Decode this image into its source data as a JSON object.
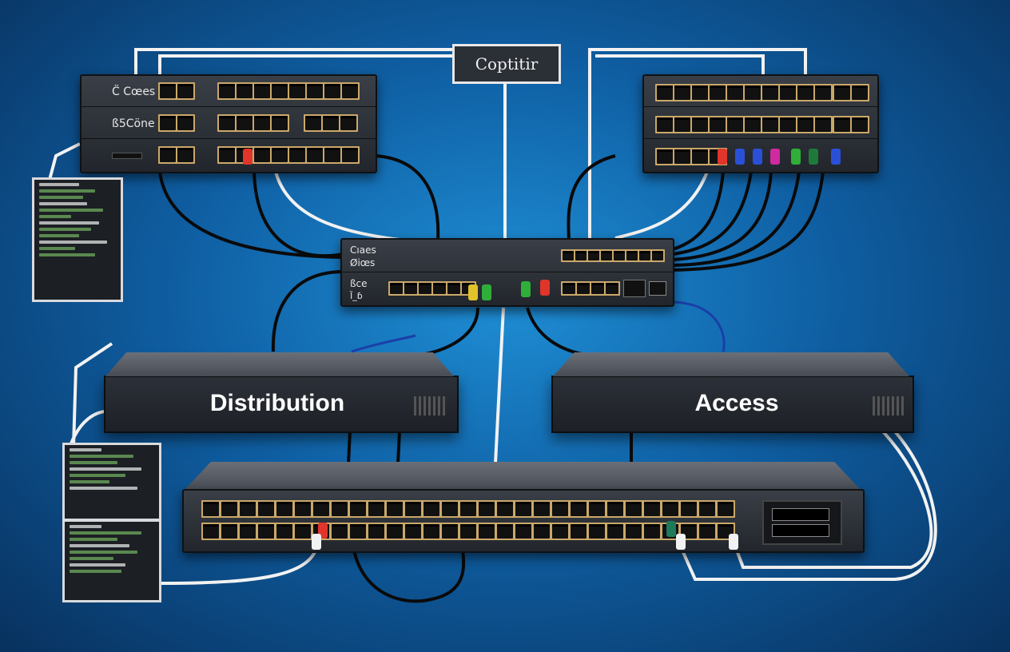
{
  "callout": {
    "label": "Coptitir"
  },
  "core_switch_left": {
    "unit_labels": [
      "C̈ Cœes",
      "ß5Cöne",
      ""
    ]
  },
  "center_switch": {
    "unit_labels": [
      "Cıaes",
      "Øiœs",
      "ßce",
      "Ȉ_ɓ"
    ]
  },
  "tiers": {
    "distribution": "Distribution",
    "access": "Access"
  },
  "colors": {
    "cable_black": "#0a0a0a",
    "cable_white": "#f2f2f2",
    "cable_blue": "#1a3fa8",
    "plug_red": "#e0352b",
    "plug_green": "#2fae3a",
    "plug_yellow": "#e2c22b",
    "plug_blue": "#2a50d8",
    "plug_magenta": "#d02aa0",
    "port_frame": "#caa86a"
  }
}
